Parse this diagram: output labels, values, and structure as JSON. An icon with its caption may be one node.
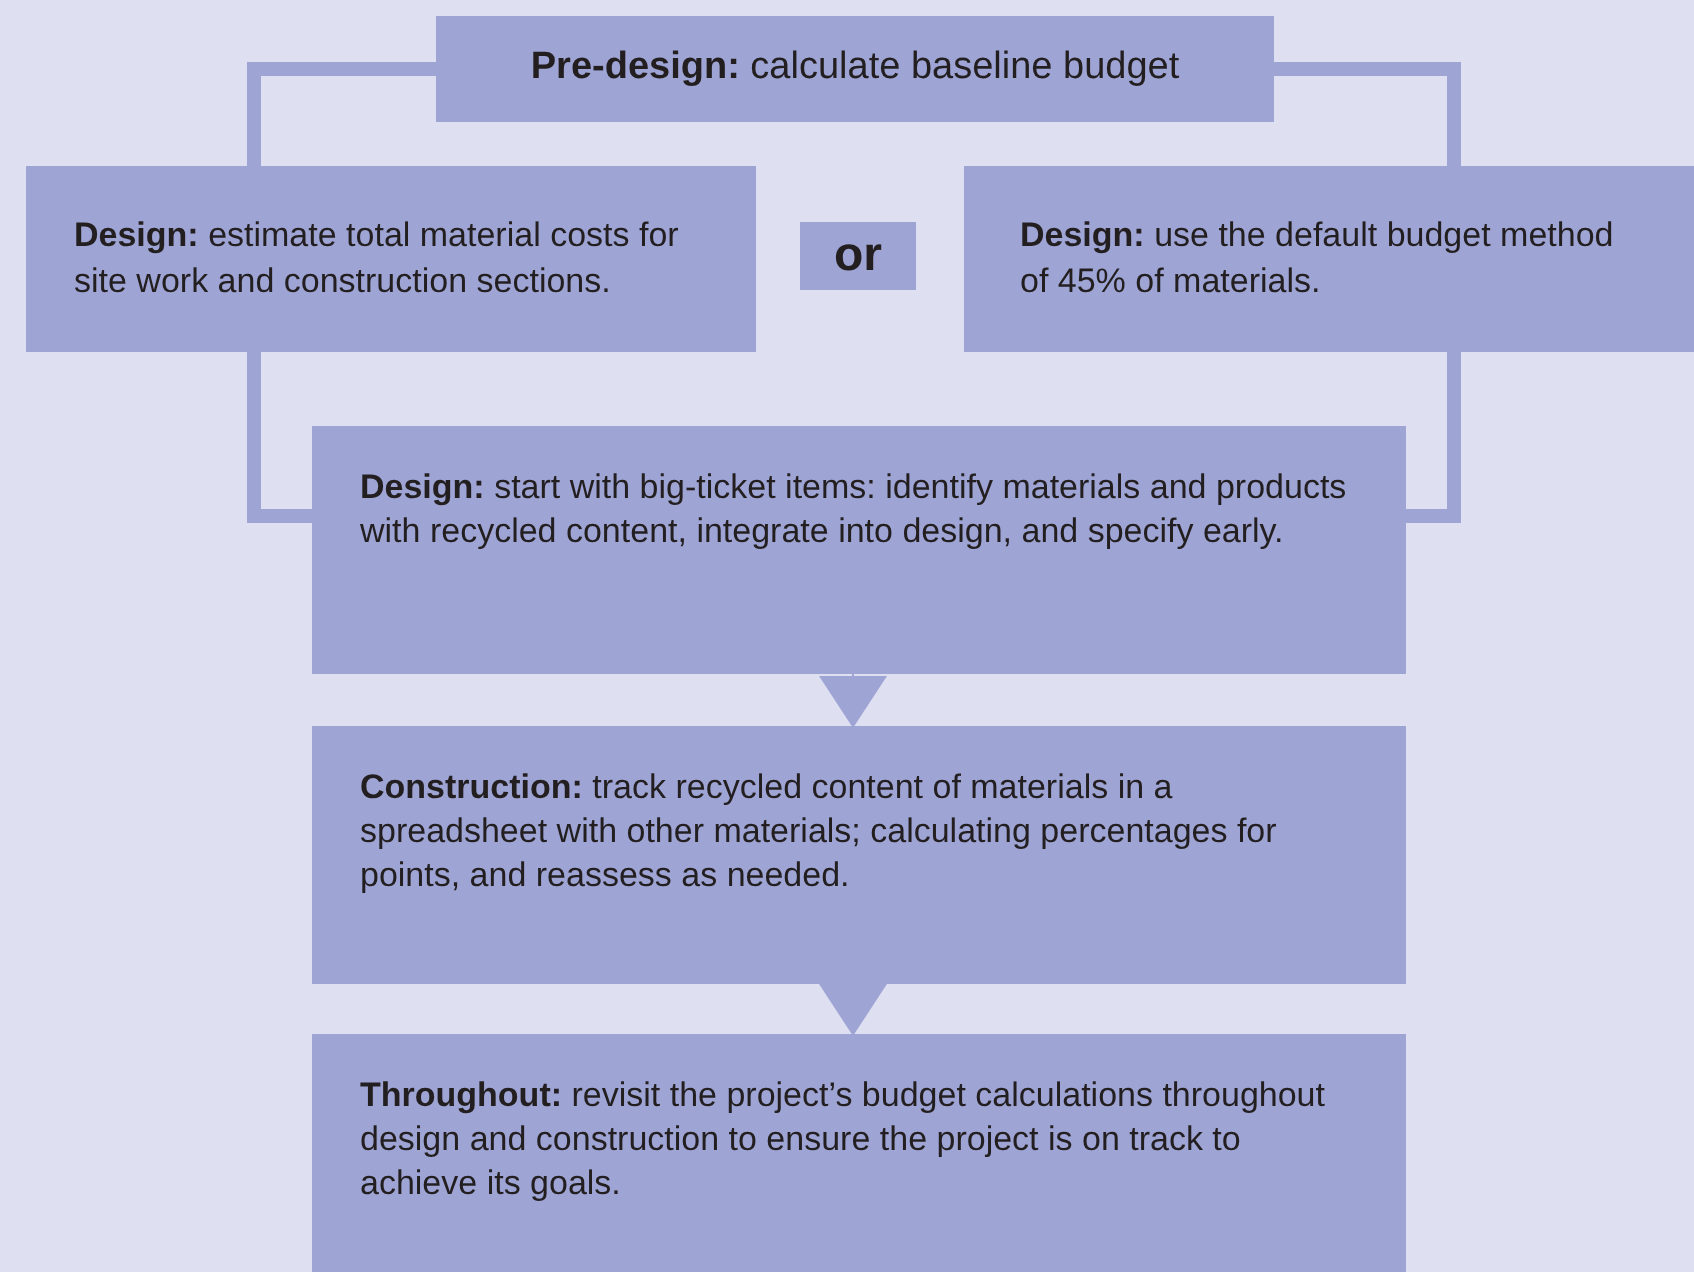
{
  "diagram": {
    "nodes": [
      {
        "text": [
          "**Pre-design:** calculate baseline budget"
        ]
      },
      {
        "text": [
          "**Design:** estimate total material costs for site work and construction sections."
        ]
      },
      {
        "text": [
          "or"
        ]
      },
      {
        "text": [
          "**Design:** use the default budget method of 45% of materials."
        ]
      },
      {
        "text": [
          "**Design:** start with big-ticket items: identify materials and products with recycled content, integrate into design, and specify early."
        ]
      },
      {
        "text": [
          "**Construction:** track recycled content of materials in a spreadsheet with other materials; calculating percentages for points, and reassess as needed."
        ]
      },
      {
        "text": [
          "**Throughout:** revisit the project’s budget calculations throughout design and construction to ensure the project is on track to achieve its goals."
        ]
      }
    ],
    "edges": [
      {
        "from": 0,
        "to": 1,
        "arrow": "none"
      },
      {
        "from": 0,
        "to": 3,
        "arrow": "none"
      },
      {
        "from": 1,
        "to": 4,
        "arrow": "none"
      },
      {
        "from": 3,
        "to": 4,
        "arrow": "none"
      },
      {
        "from": 4,
        "to": 5,
        "arrow": "to"
      },
      {
        "from": 5,
        "to": 6,
        "arrow": "to"
      }
    ]
  }
}
